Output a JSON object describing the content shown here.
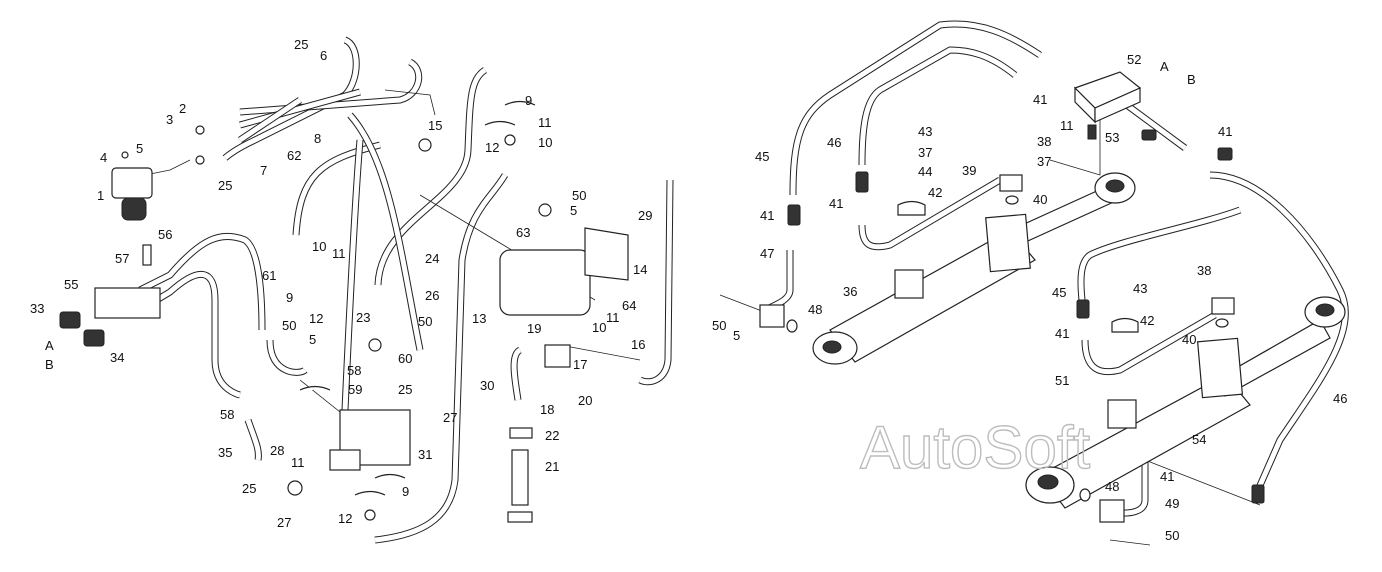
{
  "watermark": "AutoSoft",
  "left_view": {
    "labels": {
      "p25a": "25",
      "p6": "6",
      "p2": "2",
      "p3": "3",
      "p5a": "5",
      "p4": "4",
      "p1": "1",
      "p25b": "25",
      "p7": "7",
      "p8": "8",
      "p62": "62",
      "p15": "15",
      "p9a": "9",
      "p11a": "11",
      "p10a": "10",
      "p12a": "12",
      "p29": "29",
      "p50a": "50",
      "p5b": "5",
      "p63": "63",
      "p14": "14",
      "p64": "64",
      "p11b": "11",
      "p10b": "10",
      "p13": "13",
      "p19": "19",
      "p17": "17",
      "p16": "16",
      "p56": "56",
      "p57": "57",
      "p55": "55",
      "p33": "33",
      "pA": "A",
      "pB": "B",
      "p34": "34",
      "p10c": "10",
      "p11c": "11",
      "p61": "61",
      "p24": "24",
      "p26": "26",
      "p9b": "9",
      "p12b": "12",
      "p50b": "50",
      "p5c": "5",
      "p23": "23",
      "p50c": "50",
      "p60": "60",
      "p58a": "58",
      "p59": "59",
      "p25c": "25",
      "p27a": "27",
      "p30": "30",
      "p18": "18",
      "p20": "20",
      "p22": "22",
      "p21": "21",
      "p58b": "58",
      "p28": "28",
      "p11d": "11",
      "p35": "35",
      "p31": "31",
      "p25d": "25",
      "p27b": "27",
      "p9c": "9",
      "p12c": "12"
    }
  },
  "right_view": {
    "labels": {
      "p52": "52",
      "pA": "A",
      "pB": "B",
      "p41a": "41",
      "p11": "11",
      "p53": "53",
      "p41b": "41",
      "p43a": "43",
      "p37a": "37",
      "p44": "44",
      "p46a": "46",
      "p38a": "38",
      "p37b": "37",
      "p45a": "45",
      "p39": "39",
      "p42a": "42",
      "p41c": "41",
      "p40a": "40",
      "p41d": "41",
      "p47": "47",
      "p36": "36",
      "p50a": "50",
      "p5": "5",
      "p48a": "48",
      "p38b": "38",
      "p45b": "45",
      "p43b": "43",
      "p42b": "42",
      "p41e": "41",
      "p40b": "40",
      "p51": "51",
      "p46b": "46",
      "p54": "54",
      "p41f": "41",
      "p48b": "48",
      "p49": "49",
      "p50b": "50"
    }
  }
}
